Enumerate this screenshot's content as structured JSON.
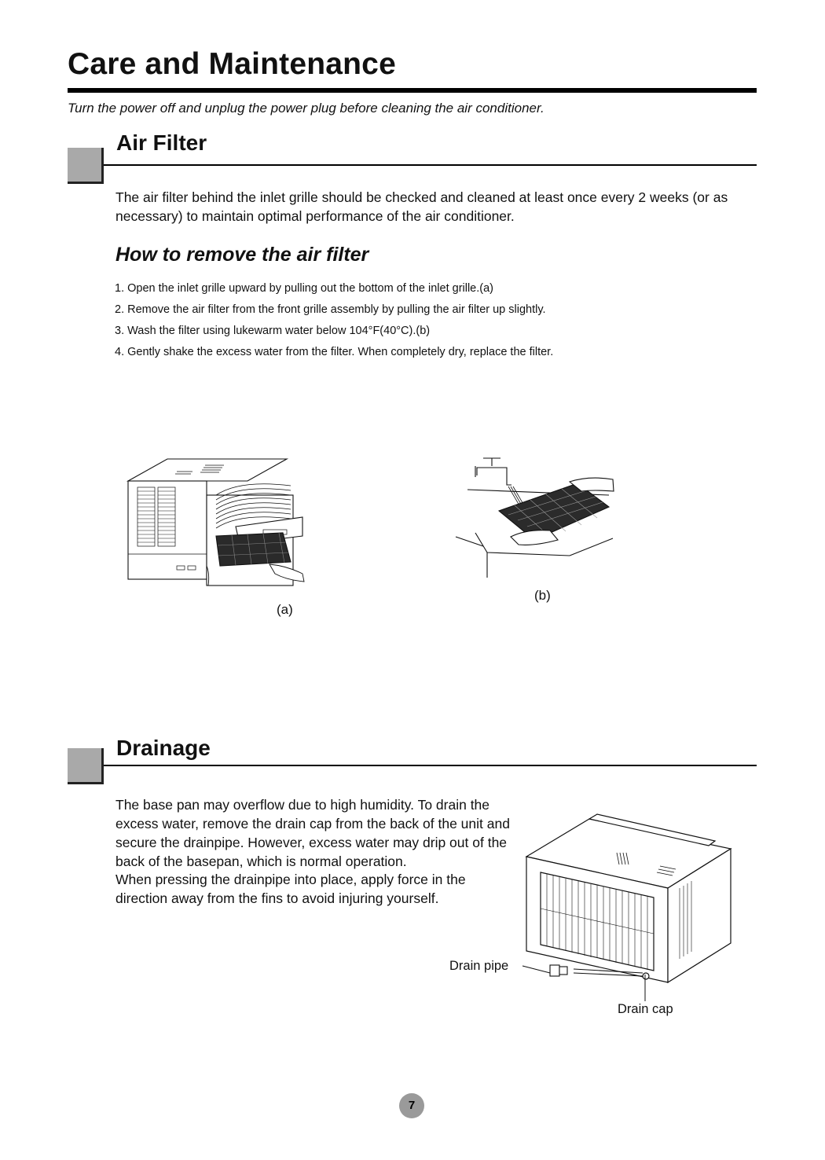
{
  "title": "Care and Maintenance",
  "subtitle": "Turn the power off and unplug the power plug before cleaning the air conditioner.",
  "air_filter": {
    "heading": "Air Filter",
    "intro": "The air filter behind the inlet grille should be checked and cleaned at least once every 2 weeks (or as necessary) to maintain optimal performance of the air conditioner.",
    "subheading": "How to remove the air filter",
    "steps": [
      "1. Open the inlet grille upward by pulling out the bottom of the inlet grille.(a)",
      "2. Remove the air filter from the front grille assembly by pulling the air filter up  slightly.",
      "3. Wash the filter using lukewarm water below 104°F(40°C).(b)",
      "4. Gently shake the excess water from the filter.  When completely dry, replace the filter."
    ],
    "fig_a_caption": "(a)",
    "fig_b_caption": "(b)"
  },
  "drainage": {
    "heading": "Drainage",
    "text": "The base pan may overflow due to high humidity. To drain the excess water, remove the drain cap from the back of the unit and secure the drainpipe. However, excess water may drip out of the back of the basepan, which is normal operation.",
    "text2": "When pressing the drainpipe into place, apply force in the direction away from the fins to avoid injuring yourself.",
    "drain_pipe_label": "Drain pipe",
    "drain_cap_label": "Drain cap"
  },
  "page_number": "7"
}
